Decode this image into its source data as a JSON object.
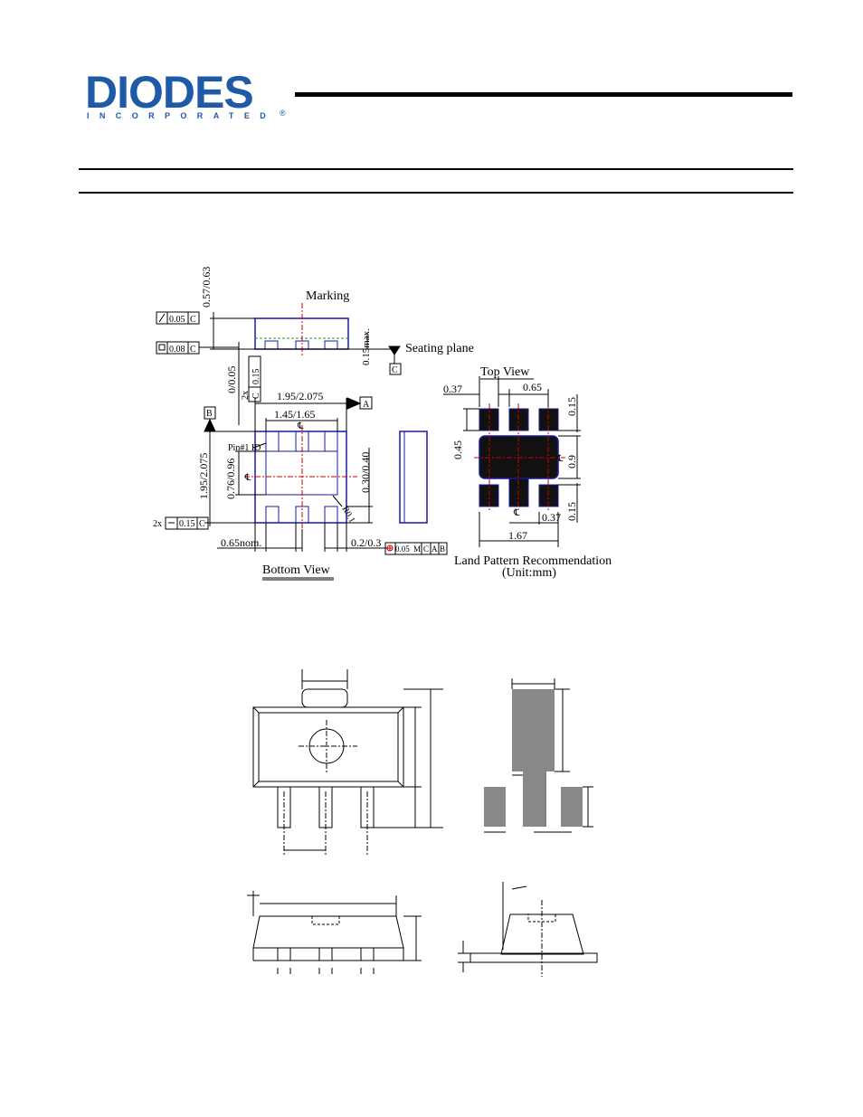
{
  "header": {
    "logo_main": "DIODES",
    "logo_sub": "INCORPORATED",
    "logo_reg": "®"
  },
  "drawing1": {
    "marking_label": "Marking",
    "seating_plane_label": "Seating plane",
    "datum_c": "C",
    "datum_a": "A",
    "datum_b": "B",
    "tol_parallel": "0.05",
    "tol_flat": "0.08",
    "dim_height": "0.57/0.63",
    "dim_standoff": "0/0.05",
    "dim_max": "0.15max.",
    "dim_2x_top": "2x",
    "dim_015_top": "0.15",
    "dim_width_outer": "1.95/2.075",
    "dim_width_inner": "1.45/1.65",
    "dim_height_left": "1.95/2.075",
    "dim_pad": "0.76/0.96",
    "dim_lead": "0.30/0.40",
    "dim_pitch": "0.65nom.",
    "dim_lead_len": "0.2/0.3",
    "dim_radius": "R0.1",
    "pin1_label": "Pin#1 ID",
    "cl_symbol": "℄",
    "tol_2x_bottom": "2x",
    "tol_015_bottom": "0.15",
    "tol_pos": "0.05",
    "tol_pos_m": "M",
    "bottom_view_label": "Bottom View",
    "top_view_label": "Top View",
    "lp_037_top": "0.37",
    "lp_065": "0.65",
    "lp_015_top": "0.15",
    "lp_045": "0.45",
    "lp_09": "0.9",
    "lp_015_bot": "0.15",
    "lp_037_bot": "0.37",
    "lp_167": "1.67",
    "lp_title": "Land Pattern Recommendation",
    "lp_unit": "(Unit:mm)"
  }
}
